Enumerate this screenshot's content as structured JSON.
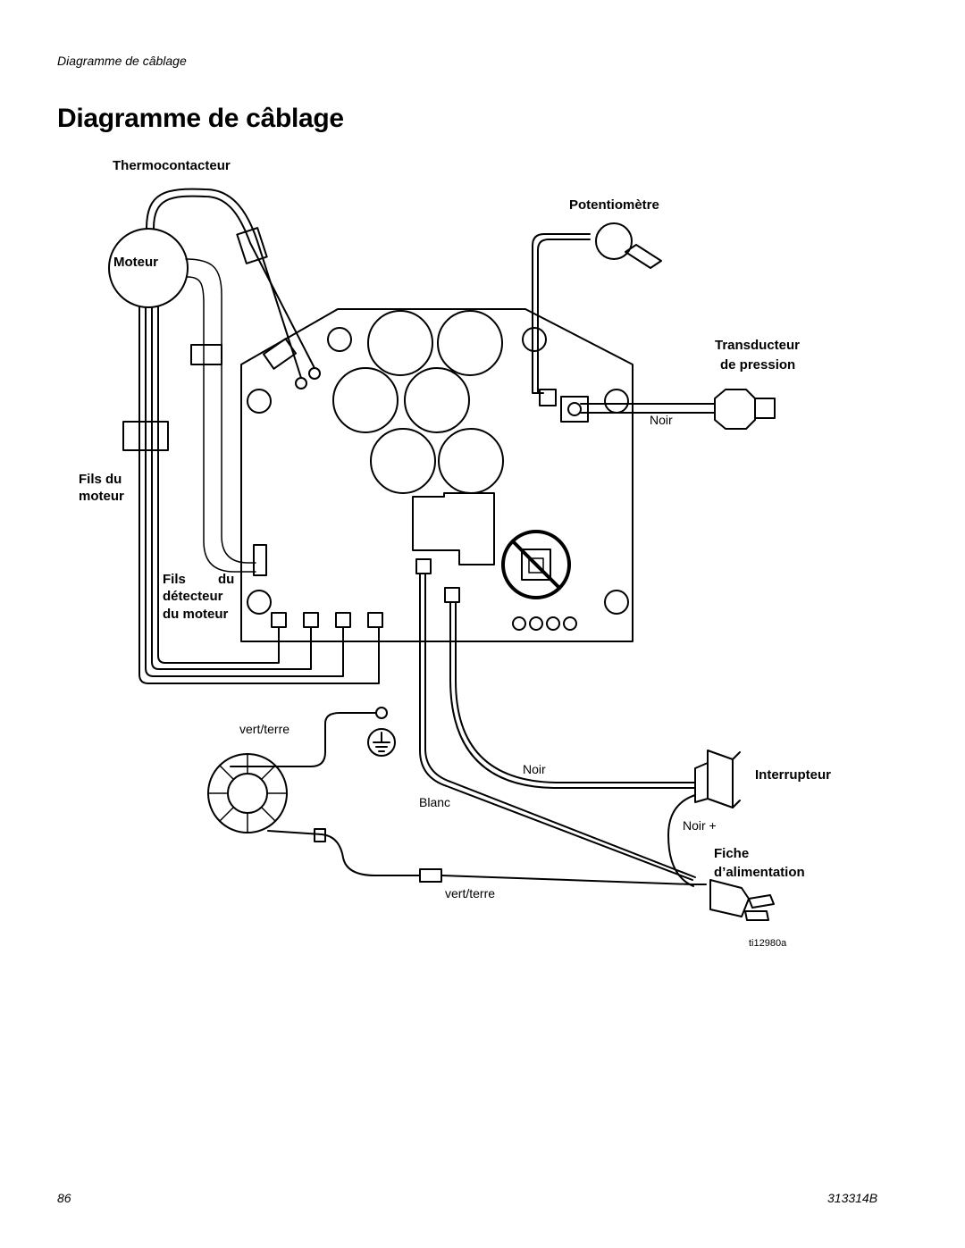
{
  "header": {
    "running_head": "Diagramme de câblage",
    "title": "Diagramme de câblage"
  },
  "labels": {
    "thermocontacteur": "Thermocontacteur",
    "moteur": "Moteur",
    "potentiometre": "Potentiomètre",
    "transducteur_1": "Transducteur",
    "transducteur_2": "de pression",
    "noir_transducteur": "Noir",
    "fils_moteur_1": "Fils du",
    "fils_moteur_2": "moteur",
    "fils_detecteur_1a": "Fils",
    "fils_detecteur_1b": "du",
    "fils_detecteur_2": "détecteur",
    "fils_detecteur_3": "du moteur",
    "vert_terre_1": "vert/terre",
    "noir_interrupteur": "Noir",
    "interrupteur": "Interrupteur",
    "blanc": "Blanc",
    "noir_plus": "Noir +",
    "fiche_1": "Fiche",
    "fiche_2": "d’alimentation",
    "vert_terre_2": "vert/terre",
    "figure_id": "ti12980a"
  },
  "footer": {
    "page_number": "86",
    "doc_number": "313314B"
  }
}
